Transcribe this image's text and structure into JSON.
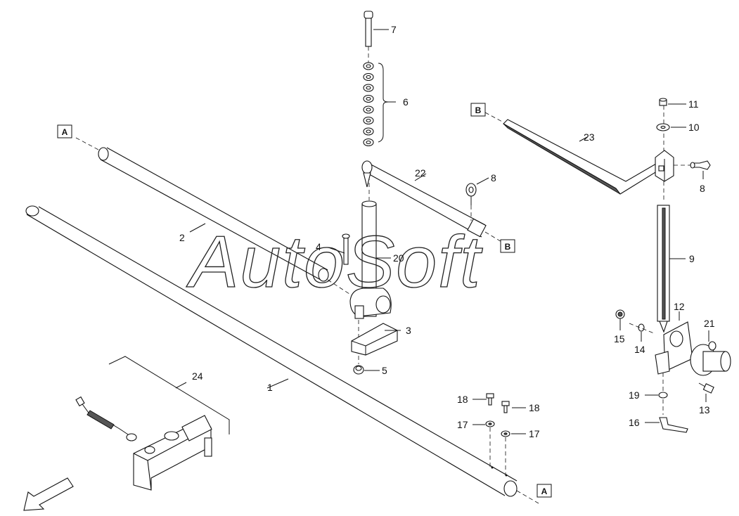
{
  "watermark": "AutoSoft",
  "callouts": {
    "c1": "1",
    "c2": "2",
    "c3": "3",
    "c4": "4",
    "c5": "5",
    "c6": "6",
    "c7": "7",
    "c8a": "8",
    "c8b": "8",
    "c9": "9",
    "c10": "10",
    "c11": "11",
    "c12": "12",
    "c13": "13",
    "c14": "14",
    "c15": "15",
    "c16": "16",
    "c17a": "17",
    "c17b": "17",
    "c18a": "18",
    "c18b": "18",
    "c19": "19",
    "c20": "20",
    "c21": "21",
    "c22": "22",
    "c23": "23",
    "c24": "24"
  },
  "refs": {
    "a_top": "A",
    "a_bottom": "A",
    "b_top": "B",
    "b_mid": "B"
  },
  "icons": {
    "direction": "direction-arrow-icon"
  }
}
